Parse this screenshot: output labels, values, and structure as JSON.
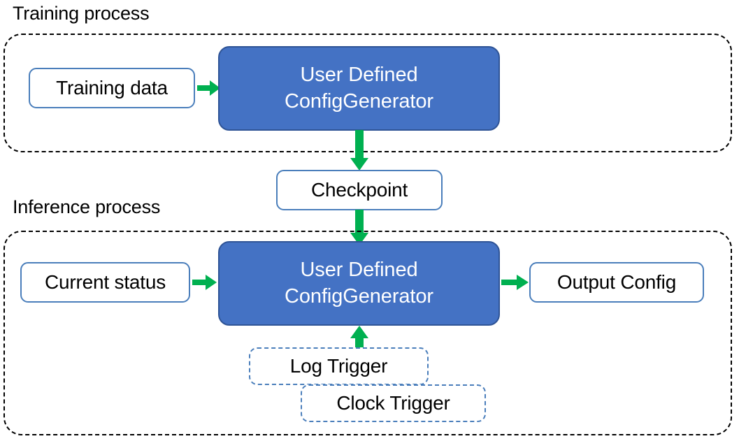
{
  "diagram": {
    "title_training": "Training process",
    "title_inference": "Inference process",
    "colors": {
      "arrow_green": "#00B050",
      "box_fill_blue": "#4472C4",
      "box_border_blue": "#2F5496",
      "plain_box_border": "#4A7EBB",
      "container_dash": "#000000",
      "text_dark": "#000000",
      "text_light": "#FFFFFF"
    }
  },
  "training": {
    "caption": "Training process",
    "input_box": "Training data",
    "process_box": {
      "line1": "User Defined",
      "line2": "ConfigGenerator"
    }
  },
  "checkpoint": {
    "label": "Checkpoint"
  },
  "inference": {
    "caption": "Inference process",
    "input_box": "Current status",
    "process_box": {
      "line1": "User Defined",
      "line2": "ConfigGenerator"
    },
    "output_box": "Output Config",
    "triggers": [
      {
        "label": "Log Trigger"
      },
      {
        "label": "Clock Trigger"
      }
    ]
  },
  "arrows": {
    "training_data_to_process": "arrow-right-icon",
    "training_process_to_checkpoint": "arrow-down-icon",
    "checkpoint_to_inference_process": "arrow-down-icon",
    "current_status_to_process": "arrow-right-icon",
    "process_to_output": "arrow-right-icon",
    "triggers_to_process": "arrow-up-icon"
  }
}
